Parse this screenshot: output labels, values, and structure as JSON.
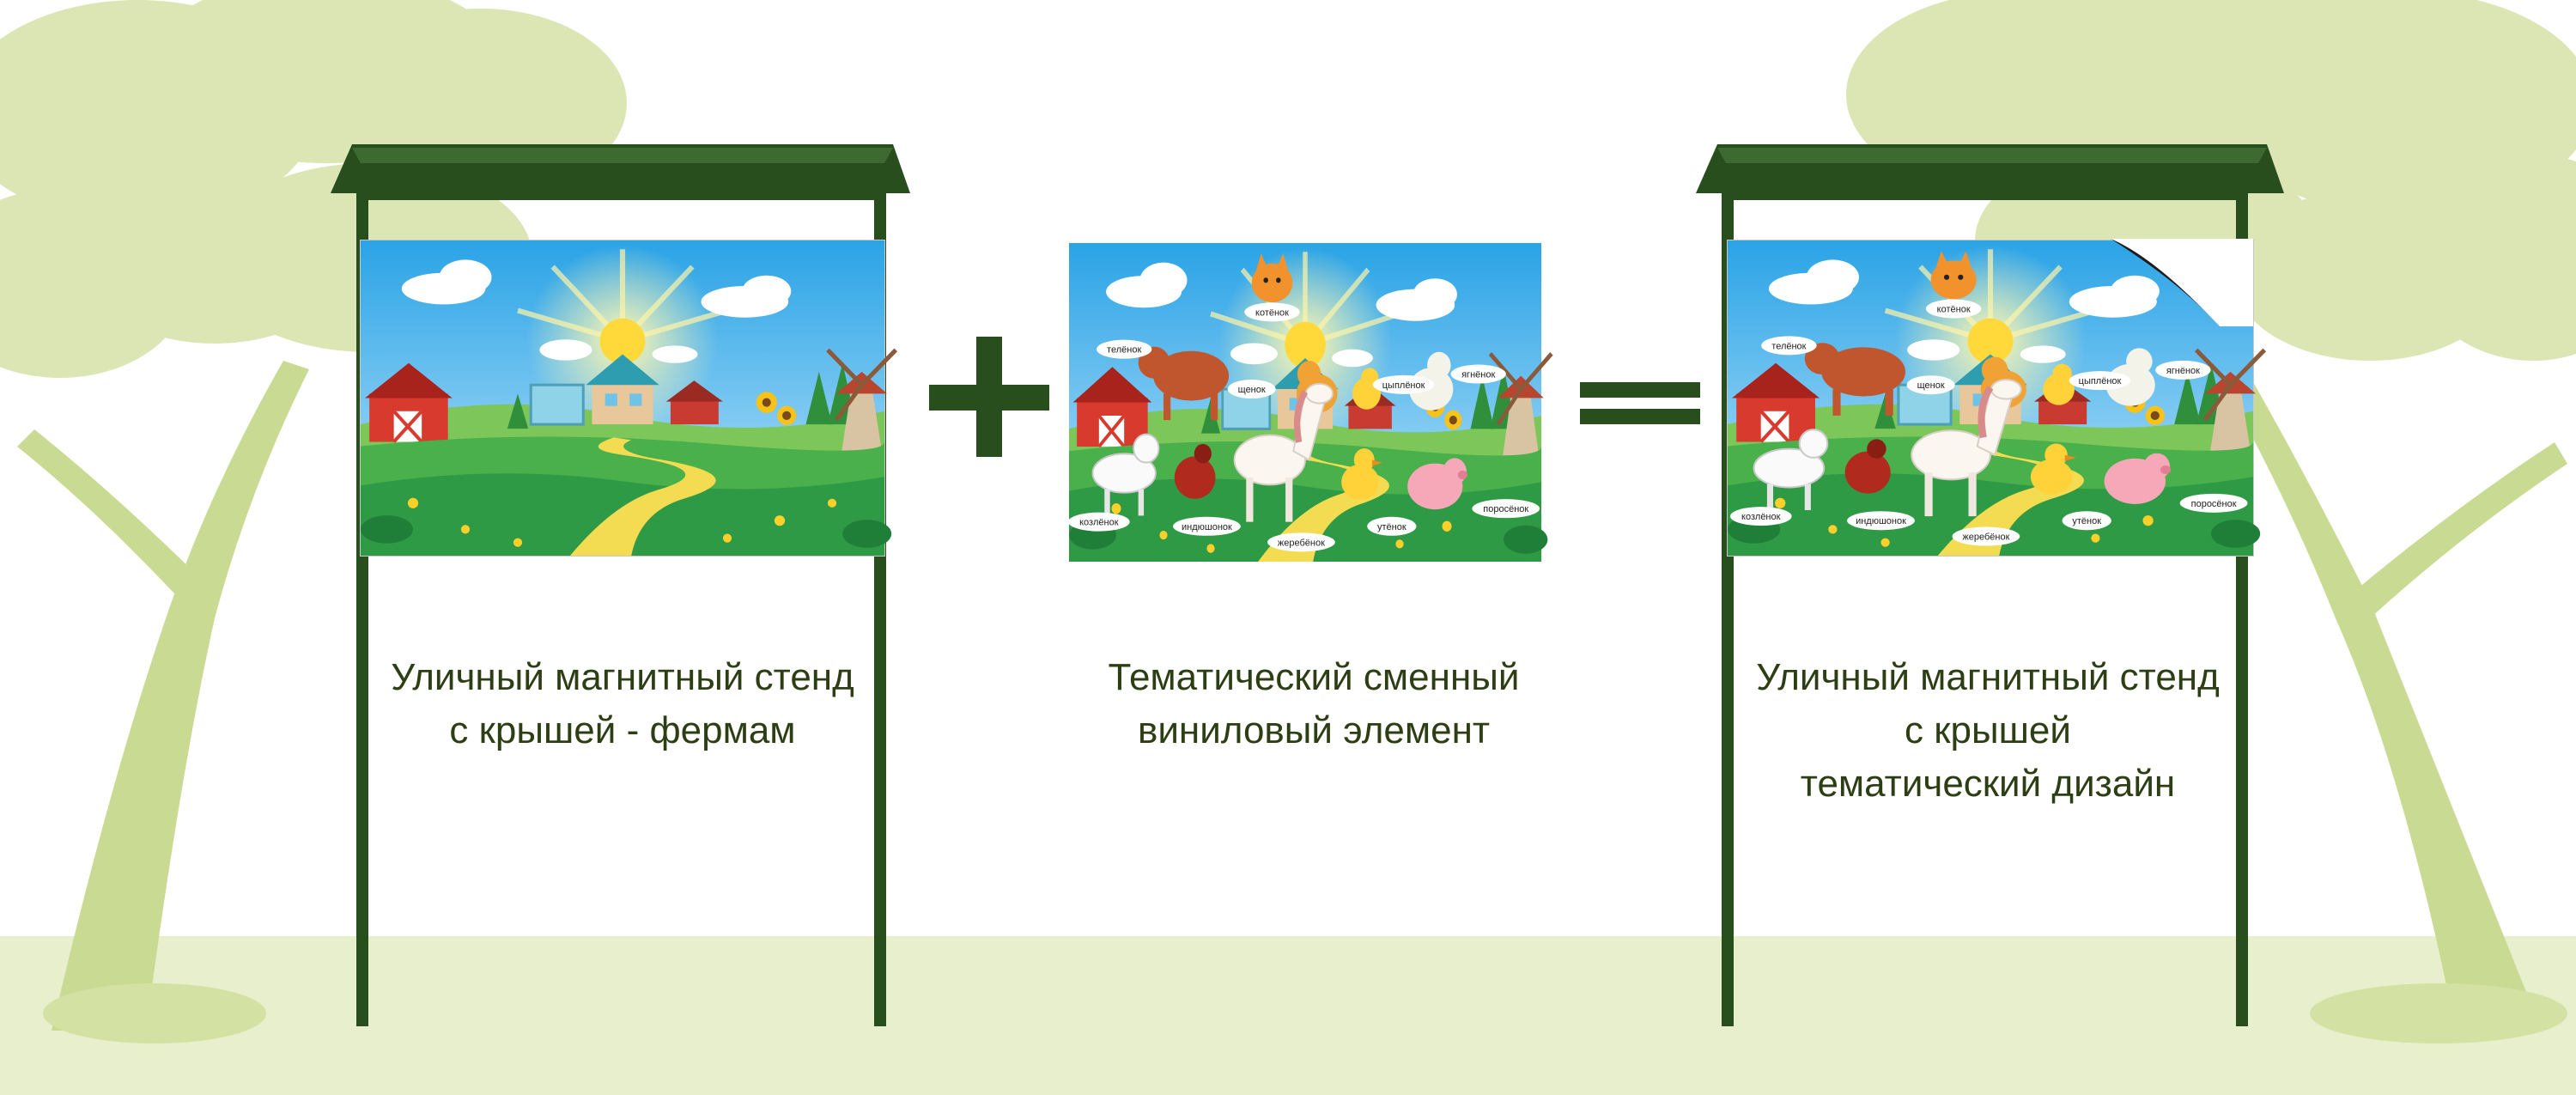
{
  "colors": {
    "frame": "#284e1e",
    "tree": "#dbe6b4",
    "tree_trunk": "#c9db93",
    "ground": "#e8efcc",
    "sky_top": "#2aa3e6",
    "sky_bottom": "#bfe6fb",
    "sun": "#ffd83a",
    "grass": "#49b04b",
    "path": "#f4dc52",
    "caption": "#2d3e14"
  },
  "operators": {
    "plus": "+",
    "equals": "="
  },
  "captions": {
    "left": [
      "Уличный магнитный стенд",
      "с крышей - фермам"
    ],
    "middle": [
      "Тематический сменный",
      "виниловый элемент"
    ],
    "right": [
      "Уличный магнитный стенд",
      "с крышей",
      "тематический дизайн"
    ]
  },
  "animal_labels": [
    "котёнок",
    "телёнок",
    "щенок",
    "цыплёнок",
    "ягнёнок",
    "козлёнок",
    "индюшонок",
    "утёнок",
    "поросёнок",
    "жеребёнок"
  ]
}
